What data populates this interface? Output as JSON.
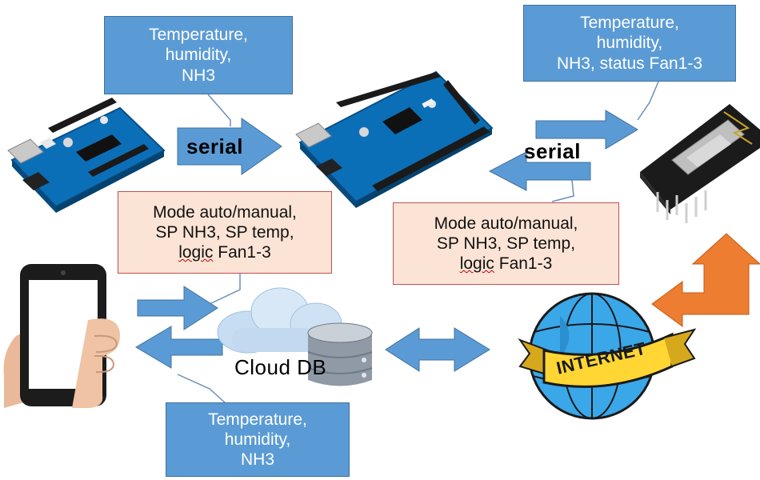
{
  "boxes": {
    "top_left": [
      "Temperature,",
      "humidity,",
      "NH3"
    ],
    "top_right": [
      "Temperature,",
      "humidity,",
      "NH3, status Fan1-3"
    ],
    "mid_left": [
      "Mode auto/manual,",
      "SP NH3, SP temp,",
      "logic",
      " Fan1-3"
    ],
    "mid_right": [
      "Mode auto/manual,",
      "SP NH3, SP temp,",
      "logic",
      " Fan1-3"
    ],
    "bottom": [
      "Temperature,",
      "humidity,",
      "NH3"
    ]
  },
  "labels": {
    "serial_left": "serial",
    "serial_right": "serial",
    "cloud_db": "Cloud DB",
    "internet": "INTERNET"
  },
  "colors": {
    "box_blue": "#5b9bd5",
    "box_peach": "#fbe4d5",
    "arrow_blue": "#5b9bd5",
    "arrow_orange": "#ed7d31"
  }
}
